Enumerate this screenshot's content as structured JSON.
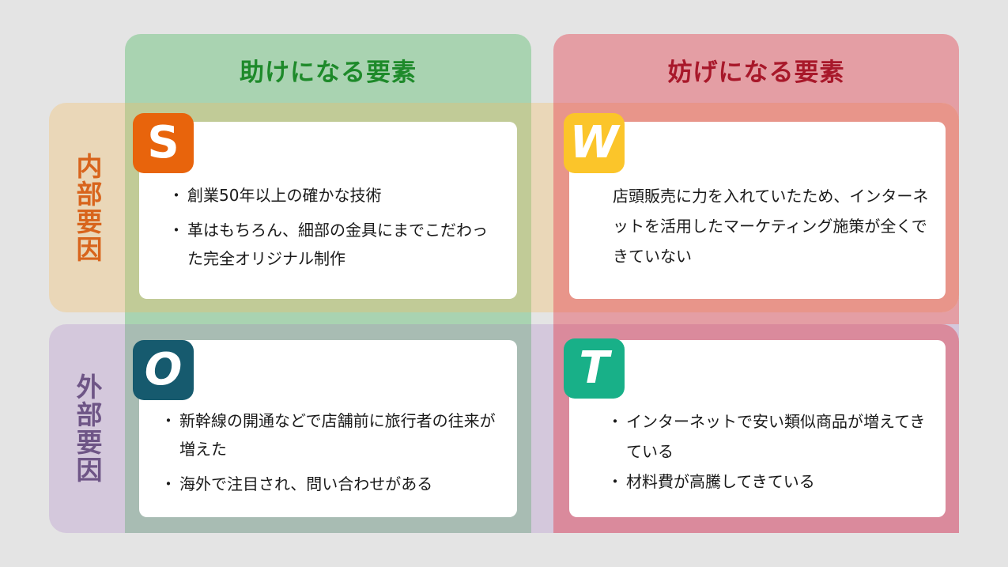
{
  "columns": {
    "helpful": {
      "title": "助けになる要素",
      "color": "#1e8a2a"
    },
    "harmful": {
      "title": "妨げになる要素",
      "color": "#a8182a"
    }
  },
  "rows": {
    "internal": {
      "label": "内部要因",
      "color": "#d8641c"
    },
    "external": {
      "label": "外部要因",
      "color": "#6e5586"
    }
  },
  "quadrants": {
    "strengths": {
      "letter": "S",
      "badge_color": "#e8640c",
      "items": [
        "創業50年以上の確かな技術",
        "革はもちろん、細部の金具にまでこだわった完全オリジナル制作"
      ]
    },
    "weaknesses": {
      "letter": "W",
      "badge_color": "#fbc52a",
      "text": "店頭販売に力を入れていたため、インターネットを活用したマーケティング施策が全くできていない"
    },
    "opportunities": {
      "letter": "O",
      "badge_color": "#165a6e",
      "items": [
        "新幹線の開通などで店舗前に旅行者の往来が増えた",
        "海外で注目され、問い合わせがある"
      ]
    },
    "threats": {
      "letter": "T",
      "badge_color": "#18b088",
      "items": [
        "インターネットで安い類似商品が増えてきている",
        "材料費が高騰してきている"
      ]
    }
  }
}
